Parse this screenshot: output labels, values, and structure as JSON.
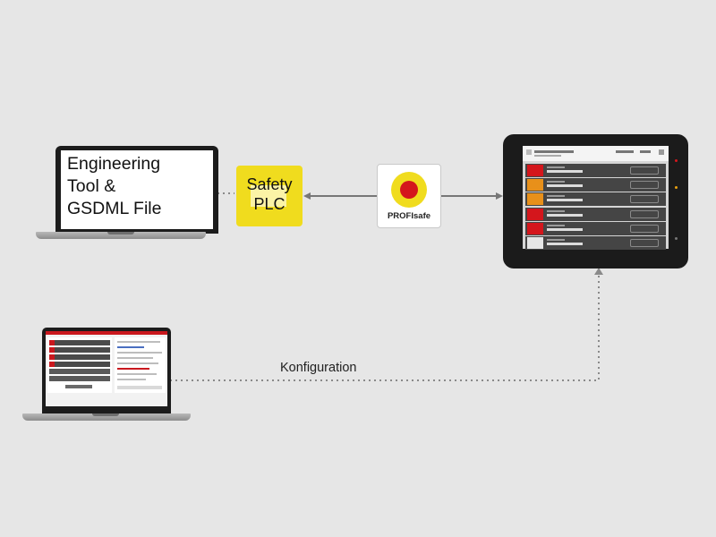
{
  "engineering_laptop": {
    "lines": [
      "Engineering",
      "Tool &",
      "GSDML File"
    ]
  },
  "safety_plc": {
    "label": "Safety PLC",
    "color": "#f0dc1e"
  },
  "profisafe": {
    "label": "PROFIsafe",
    "ring_color": "#f0dc1e",
    "dot_color": "#d4161c"
  },
  "configuration_link": {
    "label": "Konfiguration"
  },
  "tablet": {
    "alarm_colors": [
      "#d4161c",
      "#e8901a",
      "#e8901a",
      "#d4161c",
      "#d4161c",
      "#e6e6e6"
    ]
  },
  "colors": {
    "background": "#e6e6e6",
    "connector": "#777777",
    "accent_red": "#c9181e"
  }
}
